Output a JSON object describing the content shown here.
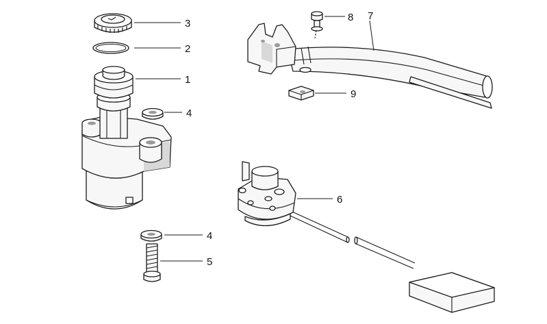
{
  "callouts": [
    {
      "id": "c3",
      "text": "3"
    },
    {
      "id": "c2",
      "text": "2"
    },
    {
      "id": "c1",
      "text": "1"
    },
    {
      "id": "c4a",
      "text": "4"
    },
    {
      "id": "c4b",
      "text": "4"
    },
    {
      "id": "c5",
      "text": "5"
    },
    {
      "id": "c8",
      "text": "8"
    },
    {
      "id": "c7",
      "text": "7"
    },
    {
      "id": "c9",
      "text": "9"
    },
    {
      "id": "c6",
      "text": "6"
    }
  ]
}
